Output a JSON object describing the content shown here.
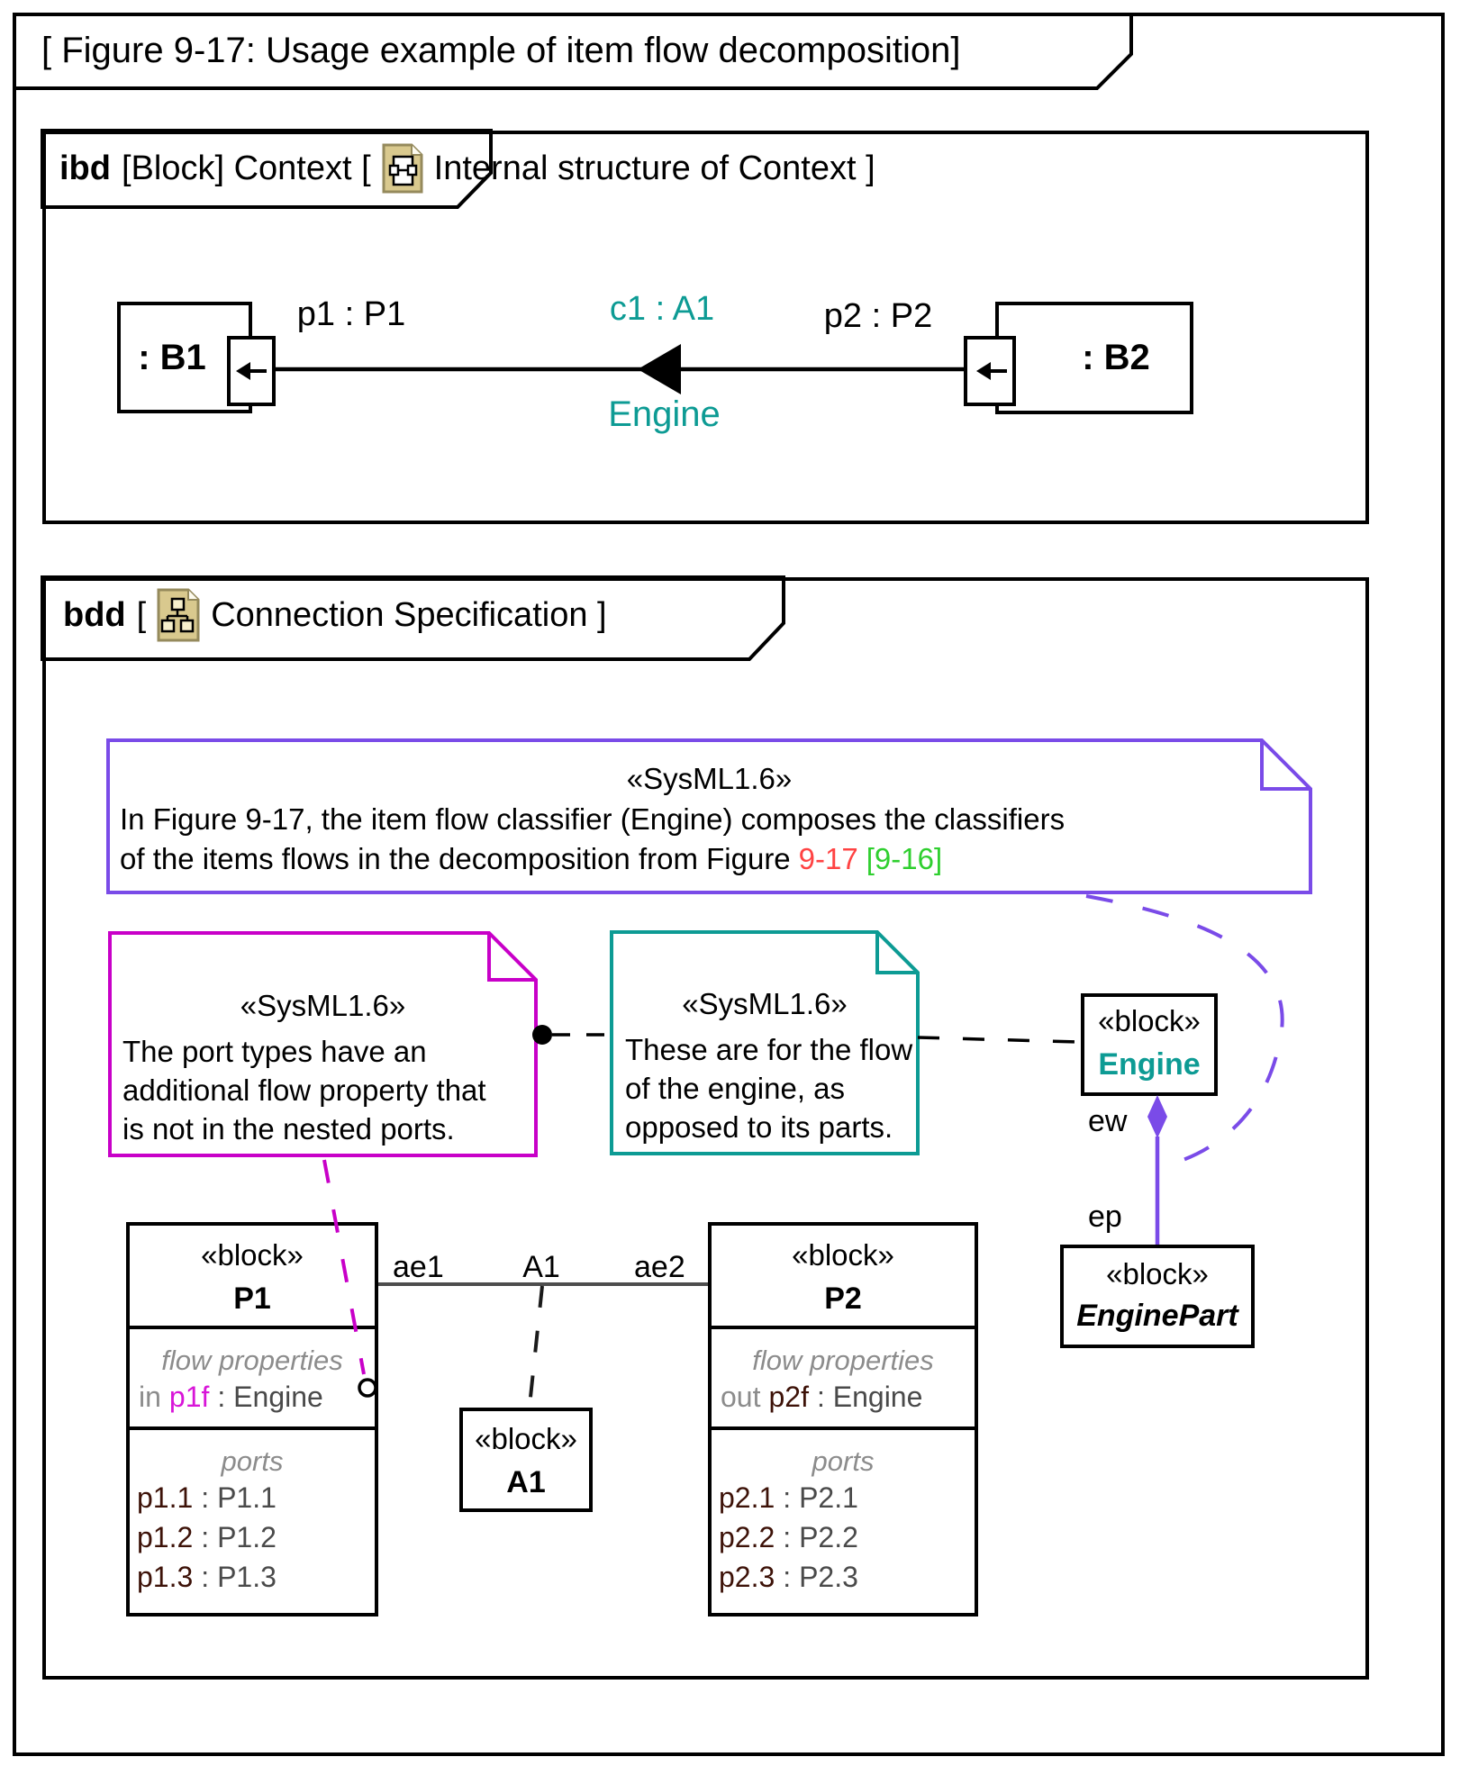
{
  "title": "[ Figure 9-17: Usage example of item flow decomposition]",
  "colors": {
    "teal": "#0d9b94",
    "purple": "#7a4be8",
    "magenta": "#c800c8",
    "red_ref": "#ff4343",
    "green_ref": "#2fcf2f",
    "port_name_maroon": "#3d1208",
    "flow_name_magenta": "#d816d8",
    "keyword_gray": "#8c8c8c",
    "type_gray": "#4a4a4a"
  },
  "ibd": {
    "keyword": "ibd",
    "title_mid": "[Block] Context [",
    "title_end": "Internal structure of Context ]",
    "icon": "internal-structure-icon",
    "b1_label": ": B1",
    "b2_label": ": B2",
    "port1_label": "p1 : P1",
    "port2_label": "p2 : P2",
    "connector_label": "c1 : A1",
    "item_flow_label": "Engine"
  },
  "bdd": {
    "keyword": "bdd",
    "title_open": "[",
    "title_end": "Connection Specification ]",
    "icon": "bdd-diagram-icon",
    "purple_note": {
      "stereotype": "«SysML1.6»",
      "line1": "In Figure 9-17, the item flow classifier (Engine) composes the classifiers",
      "line2": "of the items flows in the decomposition from Figure",
      "ref_red": "9-17",
      "ref_green": "[9-16]"
    },
    "magenta_note": {
      "stereotype": "«SysML1.6»",
      "line1": "The port types have an",
      "line2": "additional flow property that",
      "line3": "is not in the nested ports."
    },
    "teal_note": {
      "stereotype": "«SysML1.6»",
      "line1": "These are for the flow",
      "line2": "of the engine, as",
      "line3": "opposed to its parts."
    },
    "engine": {
      "stereotype": "«block»",
      "name": "Engine"
    },
    "engine_part": {
      "stereotype": "«block»",
      "name": "EnginePart"
    },
    "ew_label": "ew",
    "ep_label": "ep",
    "assoc": {
      "left": "ae1",
      "center": "A1",
      "right": "ae2"
    },
    "a1": {
      "stereotype": "«block»",
      "name": "A1"
    },
    "p1": {
      "stereotype": "«block»",
      "name": "P1",
      "flow_header": "flow properties",
      "flow_dir": "in",
      "flow_name": "p1f",
      "flow_type": ": Engine",
      "ports_header": "ports",
      "ports": [
        {
          "name": "p1.1",
          "type": ": P1.1"
        },
        {
          "name": "p1.2",
          "type": ": P1.2"
        },
        {
          "name": "p1.3",
          "type": ": P1.3"
        }
      ]
    },
    "p2": {
      "stereotype": "«block»",
      "name": "P2",
      "flow_header": "flow properties",
      "flow_dir": "out",
      "flow_name": "p2f",
      "flow_type": ": Engine",
      "ports_header": "ports",
      "ports": [
        {
          "name": "p2.1",
          "type": ": P2.1"
        },
        {
          "name": "p2.2",
          "type": ": P2.2"
        },
        {
          "name": "p2.3",
          "type": ": P2.3"
        }
      ]
    }
  }
}
